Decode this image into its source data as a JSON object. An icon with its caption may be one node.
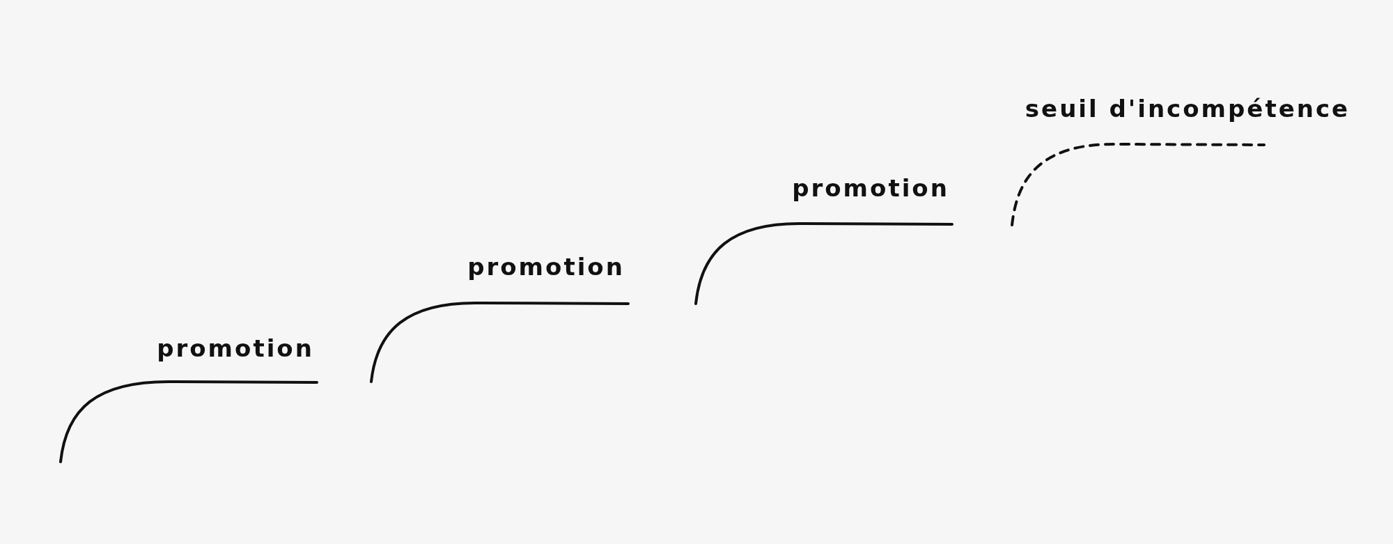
{
  "diagram": {
    "labels": [
      "promotion",
      "promotion",
      "promotion",
      "seuil d'incompétence"
    ]
  }
}
